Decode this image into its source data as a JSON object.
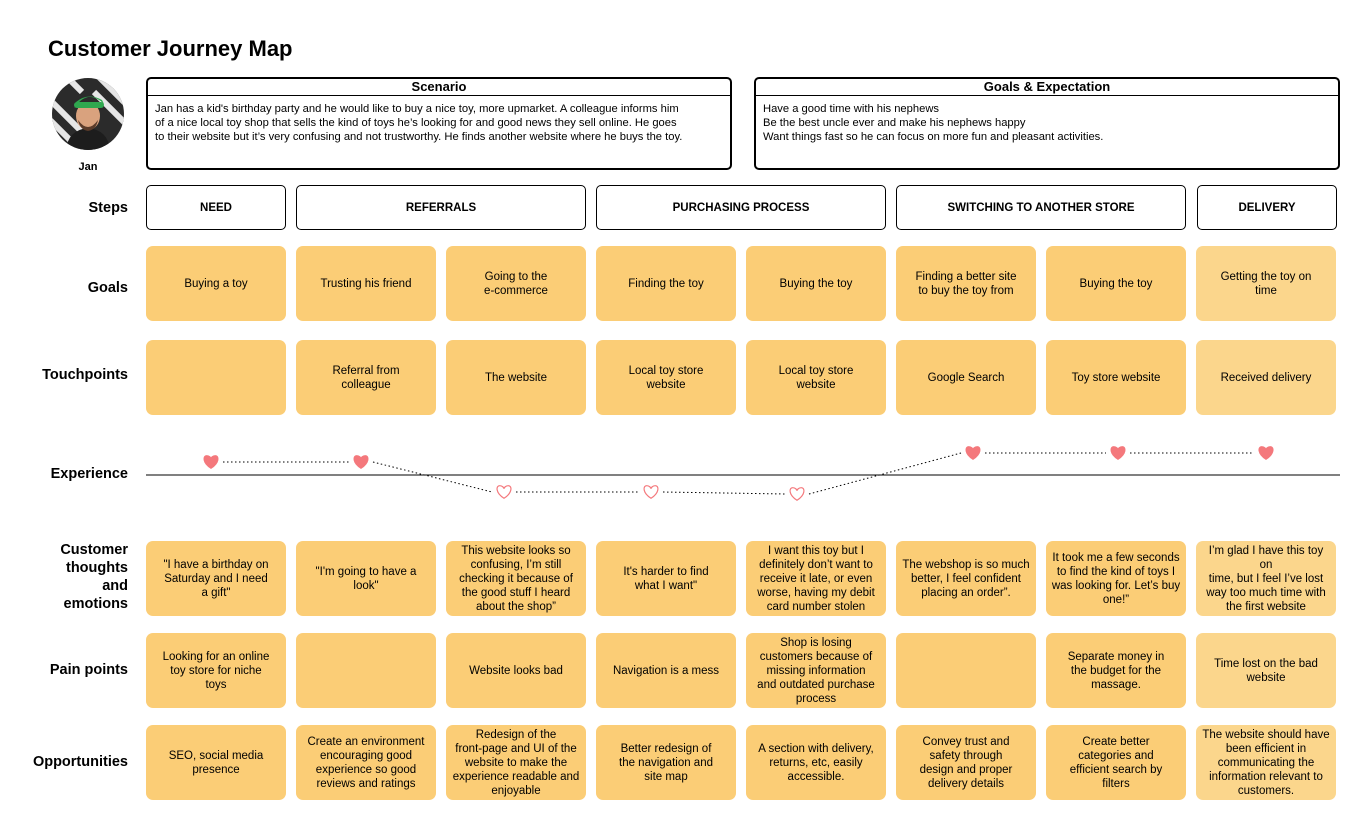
{
  "title": "Customer Journey Map",
  "persona": {
    "name": "Jan"
  },
  "scenario": {
    "heading": "Scenario",
    "lines": [
      "Jan has a kid's birthday party and he would like to buy a nice toy, more upmarket. A colleague informs him",
      "of a nice local toy shop that sells the kind of toys he’s looking for and good news they sell online. He goes",
      "to their website but it’s very confusing and not trustworthy. He finds another website where he buys the toy."
    ]
  },
  "goals_expectation": {
    "heading": "Goals & Expectation",
    "lines": [
      "Have a good time with his nephews",
      "Be the best uncle ever and make his nephews happy",
      "Want things fast so he can focus on more fun and pleasant activities."
    ]
  },
  "row_labels": {
    "steps": "Steps",
    "goals": "Goals",
    "touchpoints": "Touchpoints",
    "experience": "Experience",
    "thoughts": [
      "Customer",
      "thoughts",
      "and",
      "emotions"
    ],
    "pain_points": "Pain points",
    "opportunities": "Opportunities"
  },
  "steps": [
    "NEED",
    "REFERRALS",
    "PURCHASING PROCESS",
    "SWITCHING TO ANOTHER STORE",
    "DELIVERY"
  ],
  "goals": [
    [
      "Buying a toy"
    ],
    [
      "Trusting his friend"
    ],
    [
      "Going to the",
      "e-commerce"
    ],
    [
      "Finding the toy"
    ],
    [
      "Buying the toy"
    ],
    [
      "Finding a better site",
      "to buy the toy from"
    ],
    [
      "Buying the toy"
    ],
    [
      "Getting the toy on",
      "time"
    ]
  ],
  "touchpoints": [
    [],
    [
      "Referral from",
      "colleague"
    ],
    [
      "The website"
    ],
    [
      "Local toy store",
      "website"
    ],
    [
      "Local toy store",
      "website"
    ],
    [
      "Google Search"
    ],
    [
      "Toy store website"
    ],
    [
      "Received delivery"
    ]
  ],
  "experience": {
    "levels": [
      "positive",
      "positive",
      "negative",
      "negative",
      "negative",
      "positive",
      "positive",
      "positive"
    ],
    "colors": {
      "positive": "#f4787c",
      "negative": "#f4787c",
      "line": "#000000"
    }
  },
  "thoughts": [
    [
      "\"I have a birthday on",
      "Saturday and I need",
      "a gift\""
    ],
    [
      "\"I'm going to have a",
      "look\""
    ],
    [
      "This website looks so",
      "confusing, I’m still",
      "checking it because of",
      "the good stuff I heard",
      "about the shop”"
    ],
    [
      "It's harder to find",
      "what I want\""
    ],
    [
      "I want this toy but I",
      "definitely don’t want to",
      "receive it late, or even",
      "worse, having my debit",
      "card number stolen"
    ],
    [
      "The webshop is so much",
      "better, I feel confident",
      "placing an order”."
    ],
    [
      "It took me a few seconds",
      "to find the kind of toys I",
      "was looking for. Let’s buy",
      "one!”"
    ],
    [
      "I’m glad I have this toy on",
      "time, but I feel I’ve lost",
      "way too much time with",
      "the first website"
    ]
  ],
  "pain_points": [
    [
      "Looking for an online",
      "toy store for niche",
      "toys"
    ],
    [],
    [
      "Website looks bad"
    ],
    [
      "Navigation is a mess"
    ],
    [
      "Shop is losing",
      "customers because of",
      "missing information",
      "and outdated purchase",
      "process"
    ],
    [],
    [
      "Separate money in",
      "the budget for the",
      "massage."
    ],
    [
      "Time lost on the bad",
      "website"
    ]
  ],
  "opportunities": [
    [
      "SEO, social media",
      "presence"
    ],
    [
      "Create an environment",
      "encouraging good",
      "experience so good",
      "reviews and ratings"
    ],
    [
      "Redesign of the",
      "front-page and UI of the",
      "website to make the",
      "experience readable and",
      "enjoyable"
    ],
    [
      "Better redesign of",
      "the navigation and",
      "site map"
    ],
    [
      "A section with delivery,",
      "returns, etc, easily",
      "accessible."
    ],
    [
      "Convey trust and",
      "safety through",
      "design and proper",
      "delivery details"
    ],
    [
      "Create better",
      "categories and",
      "efficient search by",
      "filters"
    ],
    [
      "The website should have",
      "been efficient in",
      "communicating the",
      "information relevant to",
      "customers."
    ]
  ],
  "colors": {
    "card": "#fbcd76",
    "card_light": "#fbd68c",
    "heart": "#f4787c"
  },
  "icons": {
    "experience_marker": "heart-icon"
  }
}
